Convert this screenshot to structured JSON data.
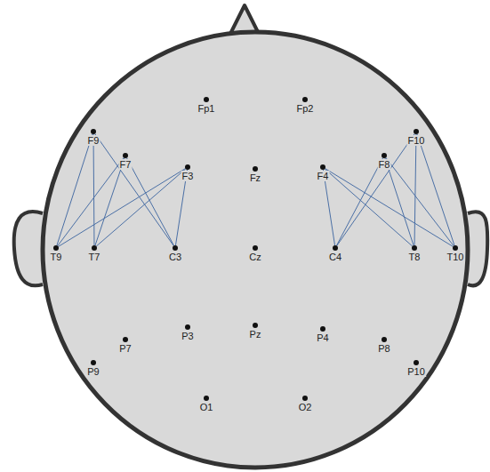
{
  "diagram": {
    "nodes": [
      {
        "text": [
          "Fp1"
        ]
      },
      {
        "text": [
          "Fp2"
        ]
      },
      {
        "text": [
          "F9"
        ]
      },
      {
        "text": [
          "F7"
        ]
      },
      {
        "text": [
          "F3"
        ]
      },
      {
        "text": [
          "Fz"
        ]
      },
      {
        "text": [
          "F4"
        ]
      },
      {
        "text": [
          "F8"
        ]
      },
      {
        "text": [
          "F10"
        ]
      },
      {
        "text": [
          "T9"
        ]
      },
      {
        "text": [
          "T7"
        ]
      },
      {
        "text": [
          "C3"
        ]
      },
      {
        "text": [
          "Cz"
        ]
      },
      {
        "text": [
          "C4"
        ]
      },
      {
        "text": [
          "T8"
        ]
      },
      {
        "text": [
          "T10"
        ]
      },
      {
        "text": [
          "P7"
        ]
      },
      {
        "text": [
          "P3"
        ]
      },
      {
        "text": [
          "Pz"
        ]
      },
      {
        "text": [
          "P4"
        ]
      },
      {
        "text": [
          "P8"
        ]
      },
      {
        "text": [
          "P9"
        ]
      },
      {
        "text": [
          "P10"
        ]
      },
      {
        "text": [
          "O1"
        ]
      },
      {
        "text": [
          "O2"
        ]
      }
    ],
    "edges": [
      {
        "from": 2,
        "to": 9,
        "arrow": "none"
      },
      {
        "from": 2,
        "to": 10,
        "arrow": "none"
      },
      {
        "from": 2,
        "to": 11,
        "arrow": "none"
      },
      {
        "from": 3,
        "to": 9,
        "arrow": "none"
      },
      {
        "from": 3,
        "to": 10,
        "arrow": "none"
      },
      {
        "from": 3,
        "to": 11,
        "arrow": "none"
      },
      {
        "from": 4,
        "to": 9,
        "arrow": "none"
      },
      {
        "from": 4,
        "to": 10,
        "arrow": "none"
      },
      {
        "from": 4,
        "to": 11,
        "arrow": "none"
      },
      {
        "from": 6,
        "to": 13,
        "arrow": "none"
      },
      {
        "from": 6,
        "to": 14,
        "arrow": "none"
      },
      {
        "from": 6,
        "to": 15,
        "arrow": "none"
      },
      {
        "from": 7,
        "to": 13,
        "arrow": "none"
      },
      {
        "from": 7,
        "to": 14,
        "arrow": "none"
      },
      {
        "from": 7,
        "to": 15,
        "arrow": "none"
      },
      {
        "from": 8,
        "to": 13,
        "arrow": "none"
      },
      {
        "from": 8,
        "to": 14,
        "arrow": "none"
      },
      {
        "from": 8,
        "to": 15,
        "arrow": "none"
      }
    ]
  }
}
